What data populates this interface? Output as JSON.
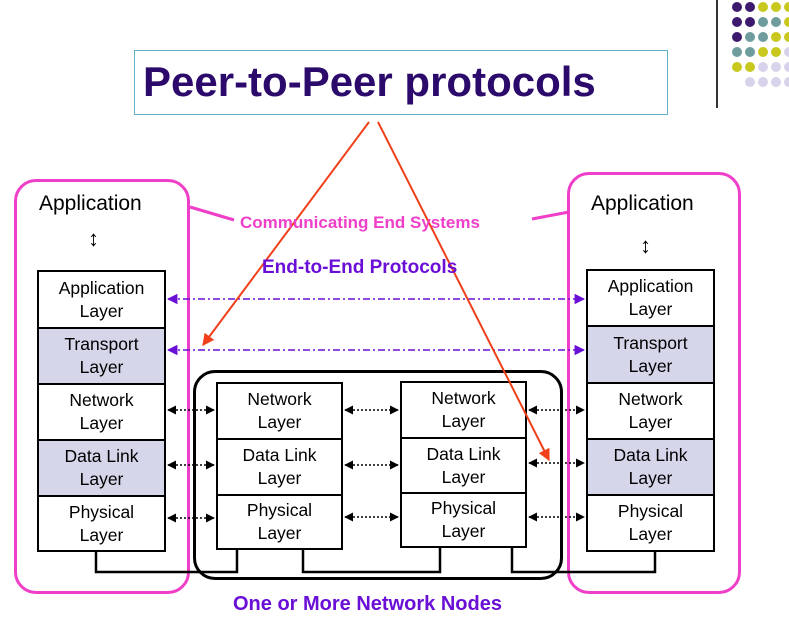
{
  "title": "Peer-to-Peer protocols",
  "labels": {
    "communicating": "Communicating End Systems",
    "end_to_end": "End-to-End Protocols",
    "nodes": "One or More Network Nodes"
  },
  "end_systems": {
    "left": {
      "app": "Application",
      "arrow": "↕",
      "layers": [
        {
          "line1": "Application",
          "line2": "Layer"
        },
        {
          "line1": "Transport",
          "line2": "Layer"
        },
        {
          "line1": "Network",
          "line2": "Layer"
        },
        {
          "line1": "Data Link",
          "line2": "Layer"
        },
        {
          "line1": "Physical",
          "line2": "Layer"
        }
      ]
    },
    "right": {
      "app": "Application",
      "arrow": "↕",
      "layers": [
        {
          "line1": "Application",
          "line2": "Layer"
        },
        {
          "line1": "Transport",
          "line2": "Layer"
        },
        {
          "line1": "Network",
          "line2": "Layer"
        },
        {
          "line1": "Data Link",
          "line2": "Layer"
        },
        {
          "line1": "Physical",
          "line2": "Layer"
        }
      ]
    }
  },
  "nodes": [
    {
      "layers": [
        {
          "line1": "Network",
          "line2": "Layer"
        },
        {
          "line1": "Data Link",
          "line2": "Layer"
        },
        {
          "line1": "Physical",
          "line2": "Layer"
        }
      ]
    },
    {
      "layers": [
        {
          "line1": "Network",
          "line2": "Layer"
        },
        {
          "line1": "Data Link",
          "line2": "Layer"
        },
        {
          "line1": "Physical",
          "line2": "Layer"
        }
      ]
    }
  ],
  "colors": {
    "title": "#2b0a6b",
    "pink": "#ef3fc9",
    "purple": "#6a0fd6",
    "shade": "#d5d6ea",
    "red_arrow": "#f0401a",
    "dots": [
      "#3d1a6e",
      "#6f9d9d",
      "#c8c81e",
      "#d8d3ea"
    ]
  }
}
